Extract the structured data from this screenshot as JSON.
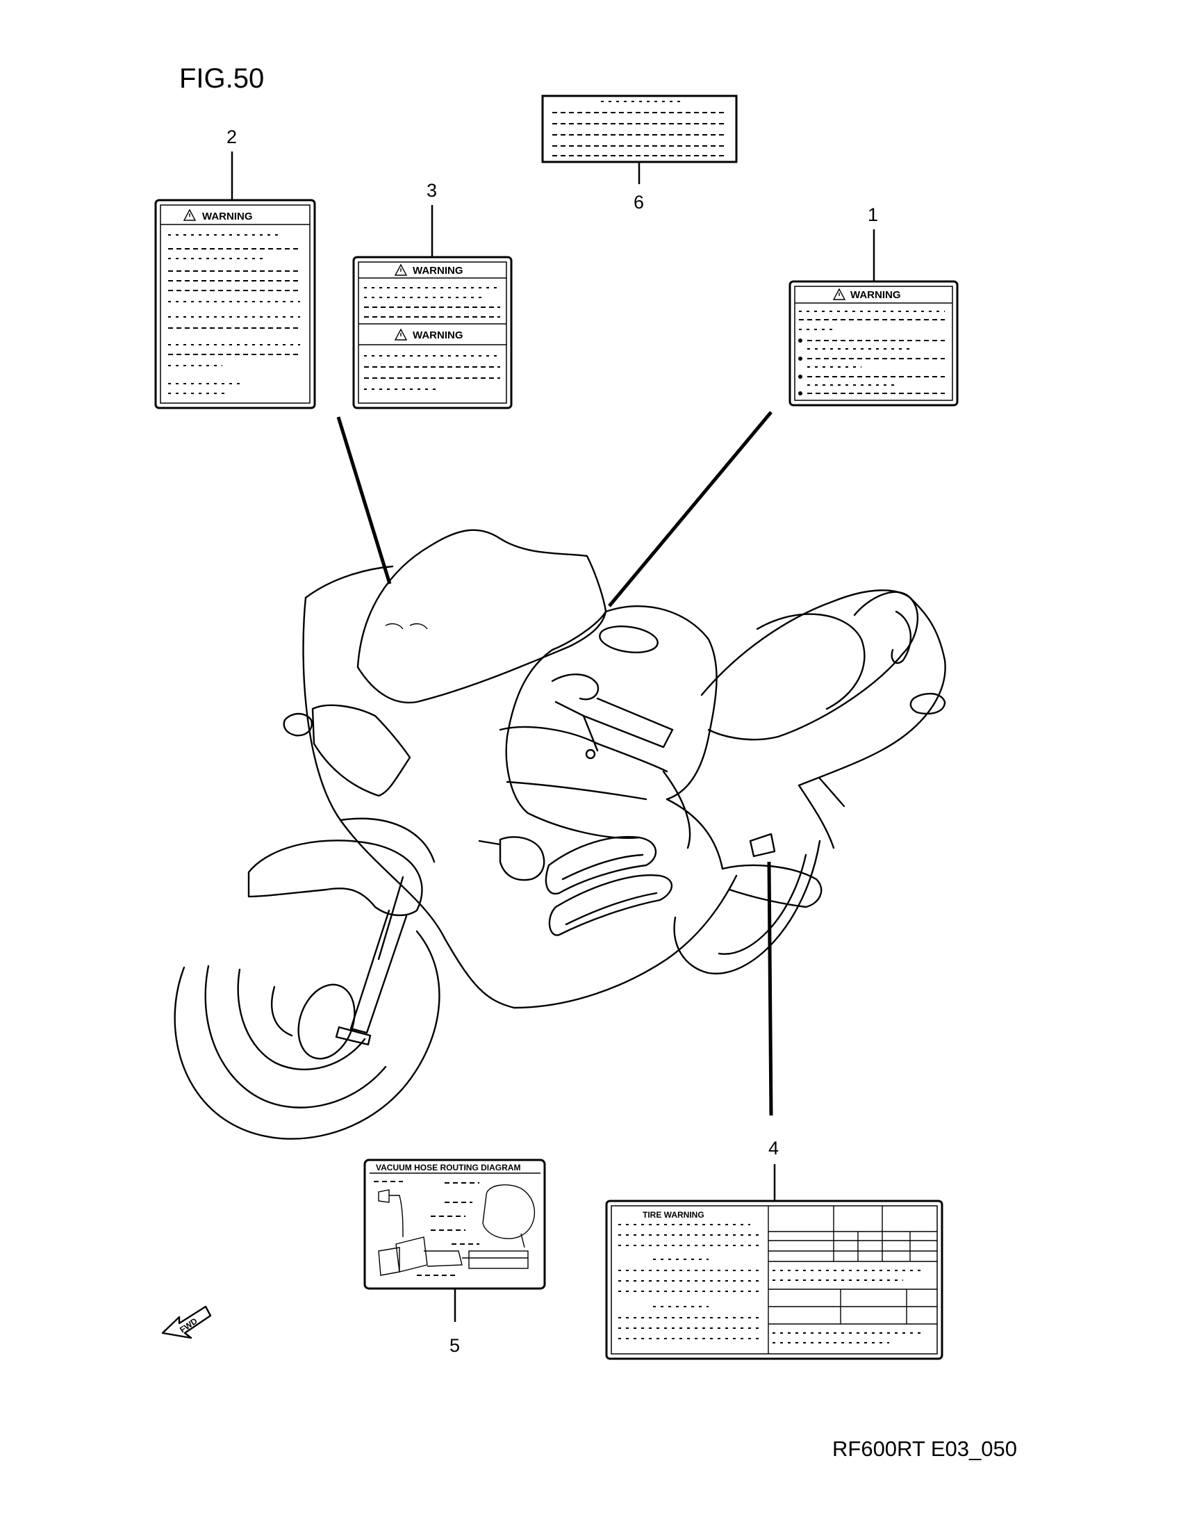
{
  "figure": {
    "title": "FIG.50",
    "reference": "RF600RT E03_050"
  },
  "callouts": {
    "c1": "1",
    "c2": "2",
    "c3": "3",
    "c4": "4",
    "c5": "5",
    "c6": "6"
  },
  "labels": {
    "warning": "WARNING",
    "vacuum_hose": "VACUUM HOSE ROUTING DIAGRAM",
    "tire_warning": "TIRE WARNING"
  },
  "direction_indicator": {
    "text": "FWD"
  }
}
